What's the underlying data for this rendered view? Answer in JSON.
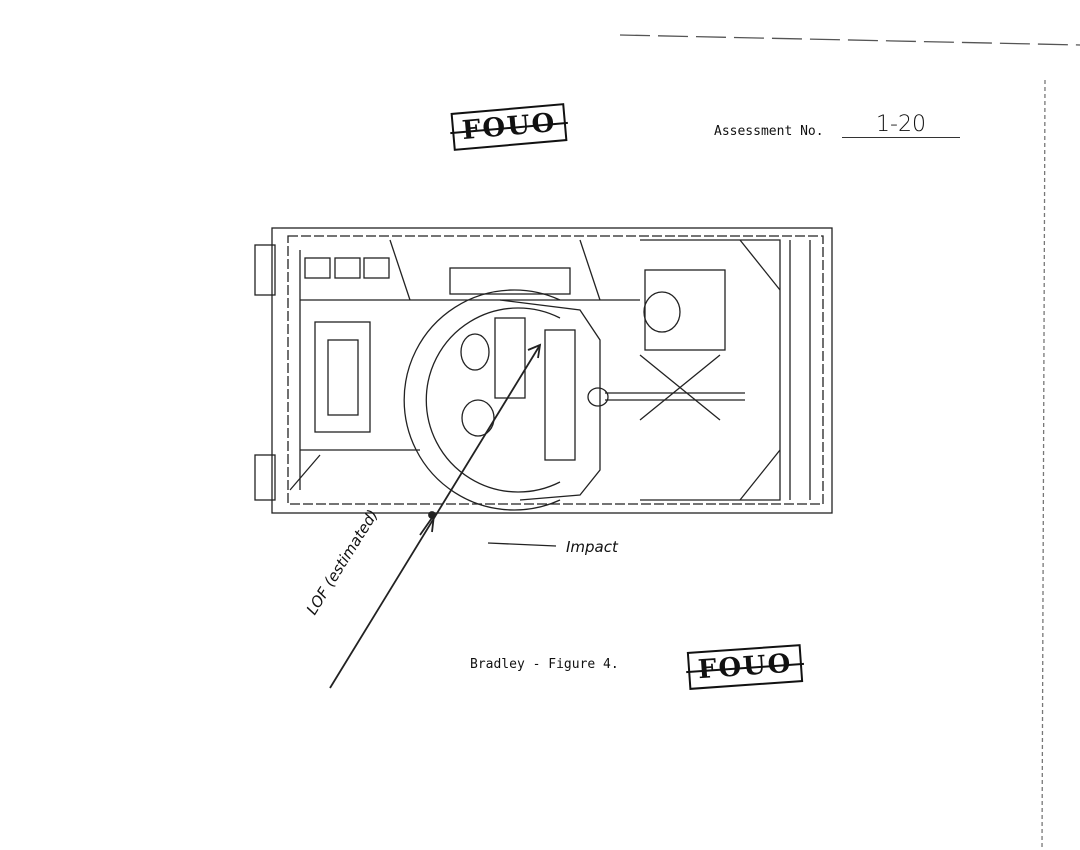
{
  "header": {
    "stamp_top": "FOUO",
    "assessment_label": "Assessment No.",
    "assessment_value": "1-20"
  },
  "figure": {
    "impact_label": "Impact",
    "lof_label": "LOF (estimated)",
    "caption": "Bradley - Figure 4.",
    "stamp_bottom": "FOUO"
  }
}
